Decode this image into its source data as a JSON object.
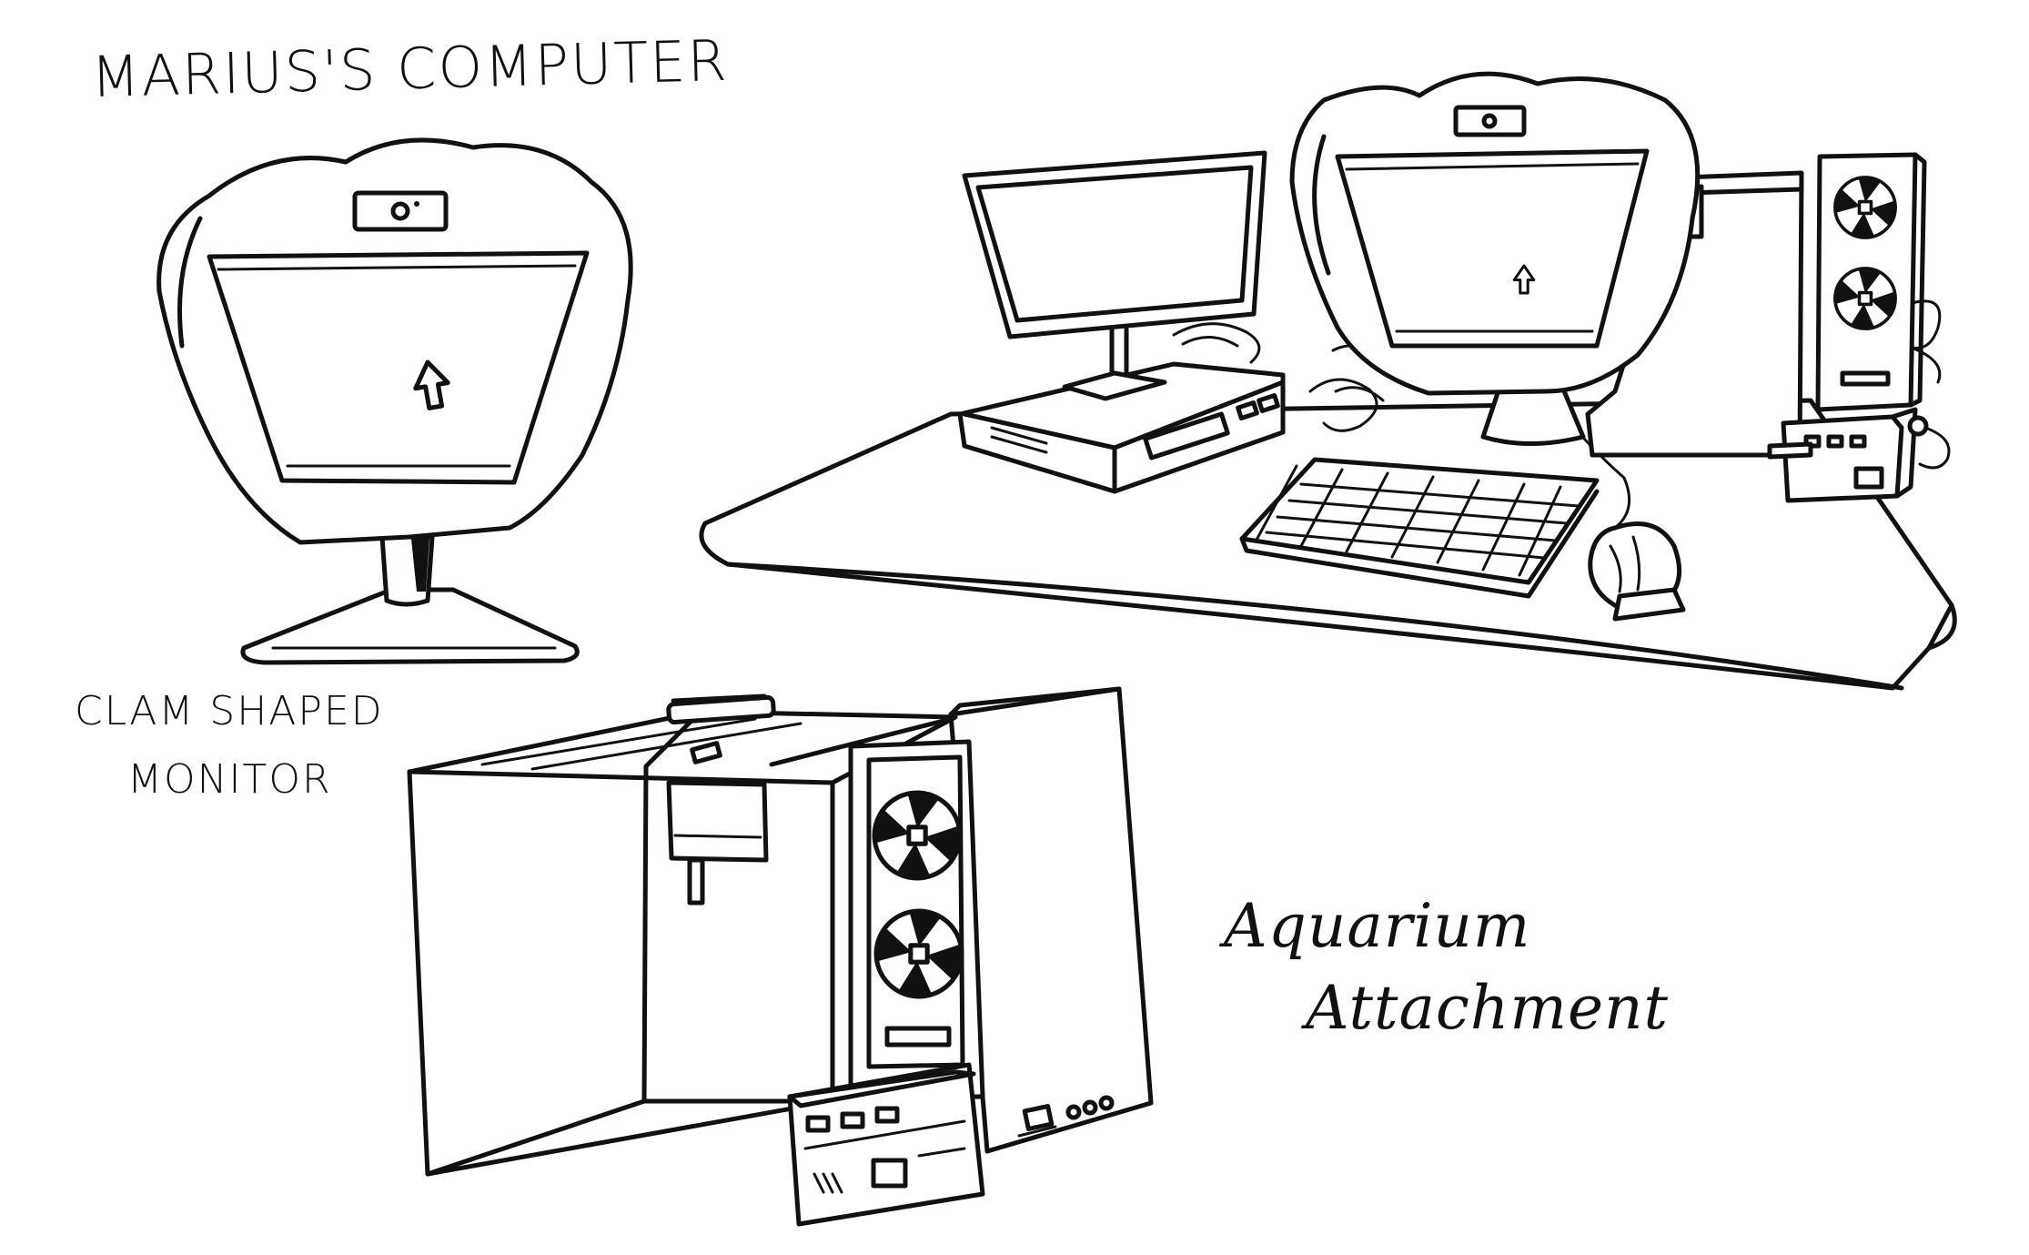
{
  "labels": {
    "title": "MARIUS'S COMPUTER",
    "clam_monitor_line1": "CLAM SHAPED",
    "clam_monitor_line2": "MONITOR",
    "aquarium_line1": "Aquarium",
    "aquarium_line2": "Attachment"
  },
  "colors": {
    "ink": "#111111",
    "paper": "#ffffff"
  },
  "icons": [
    "mouse-cursor-icon",
    "webcam-icon",
    "fan-icon"
  ]
}
